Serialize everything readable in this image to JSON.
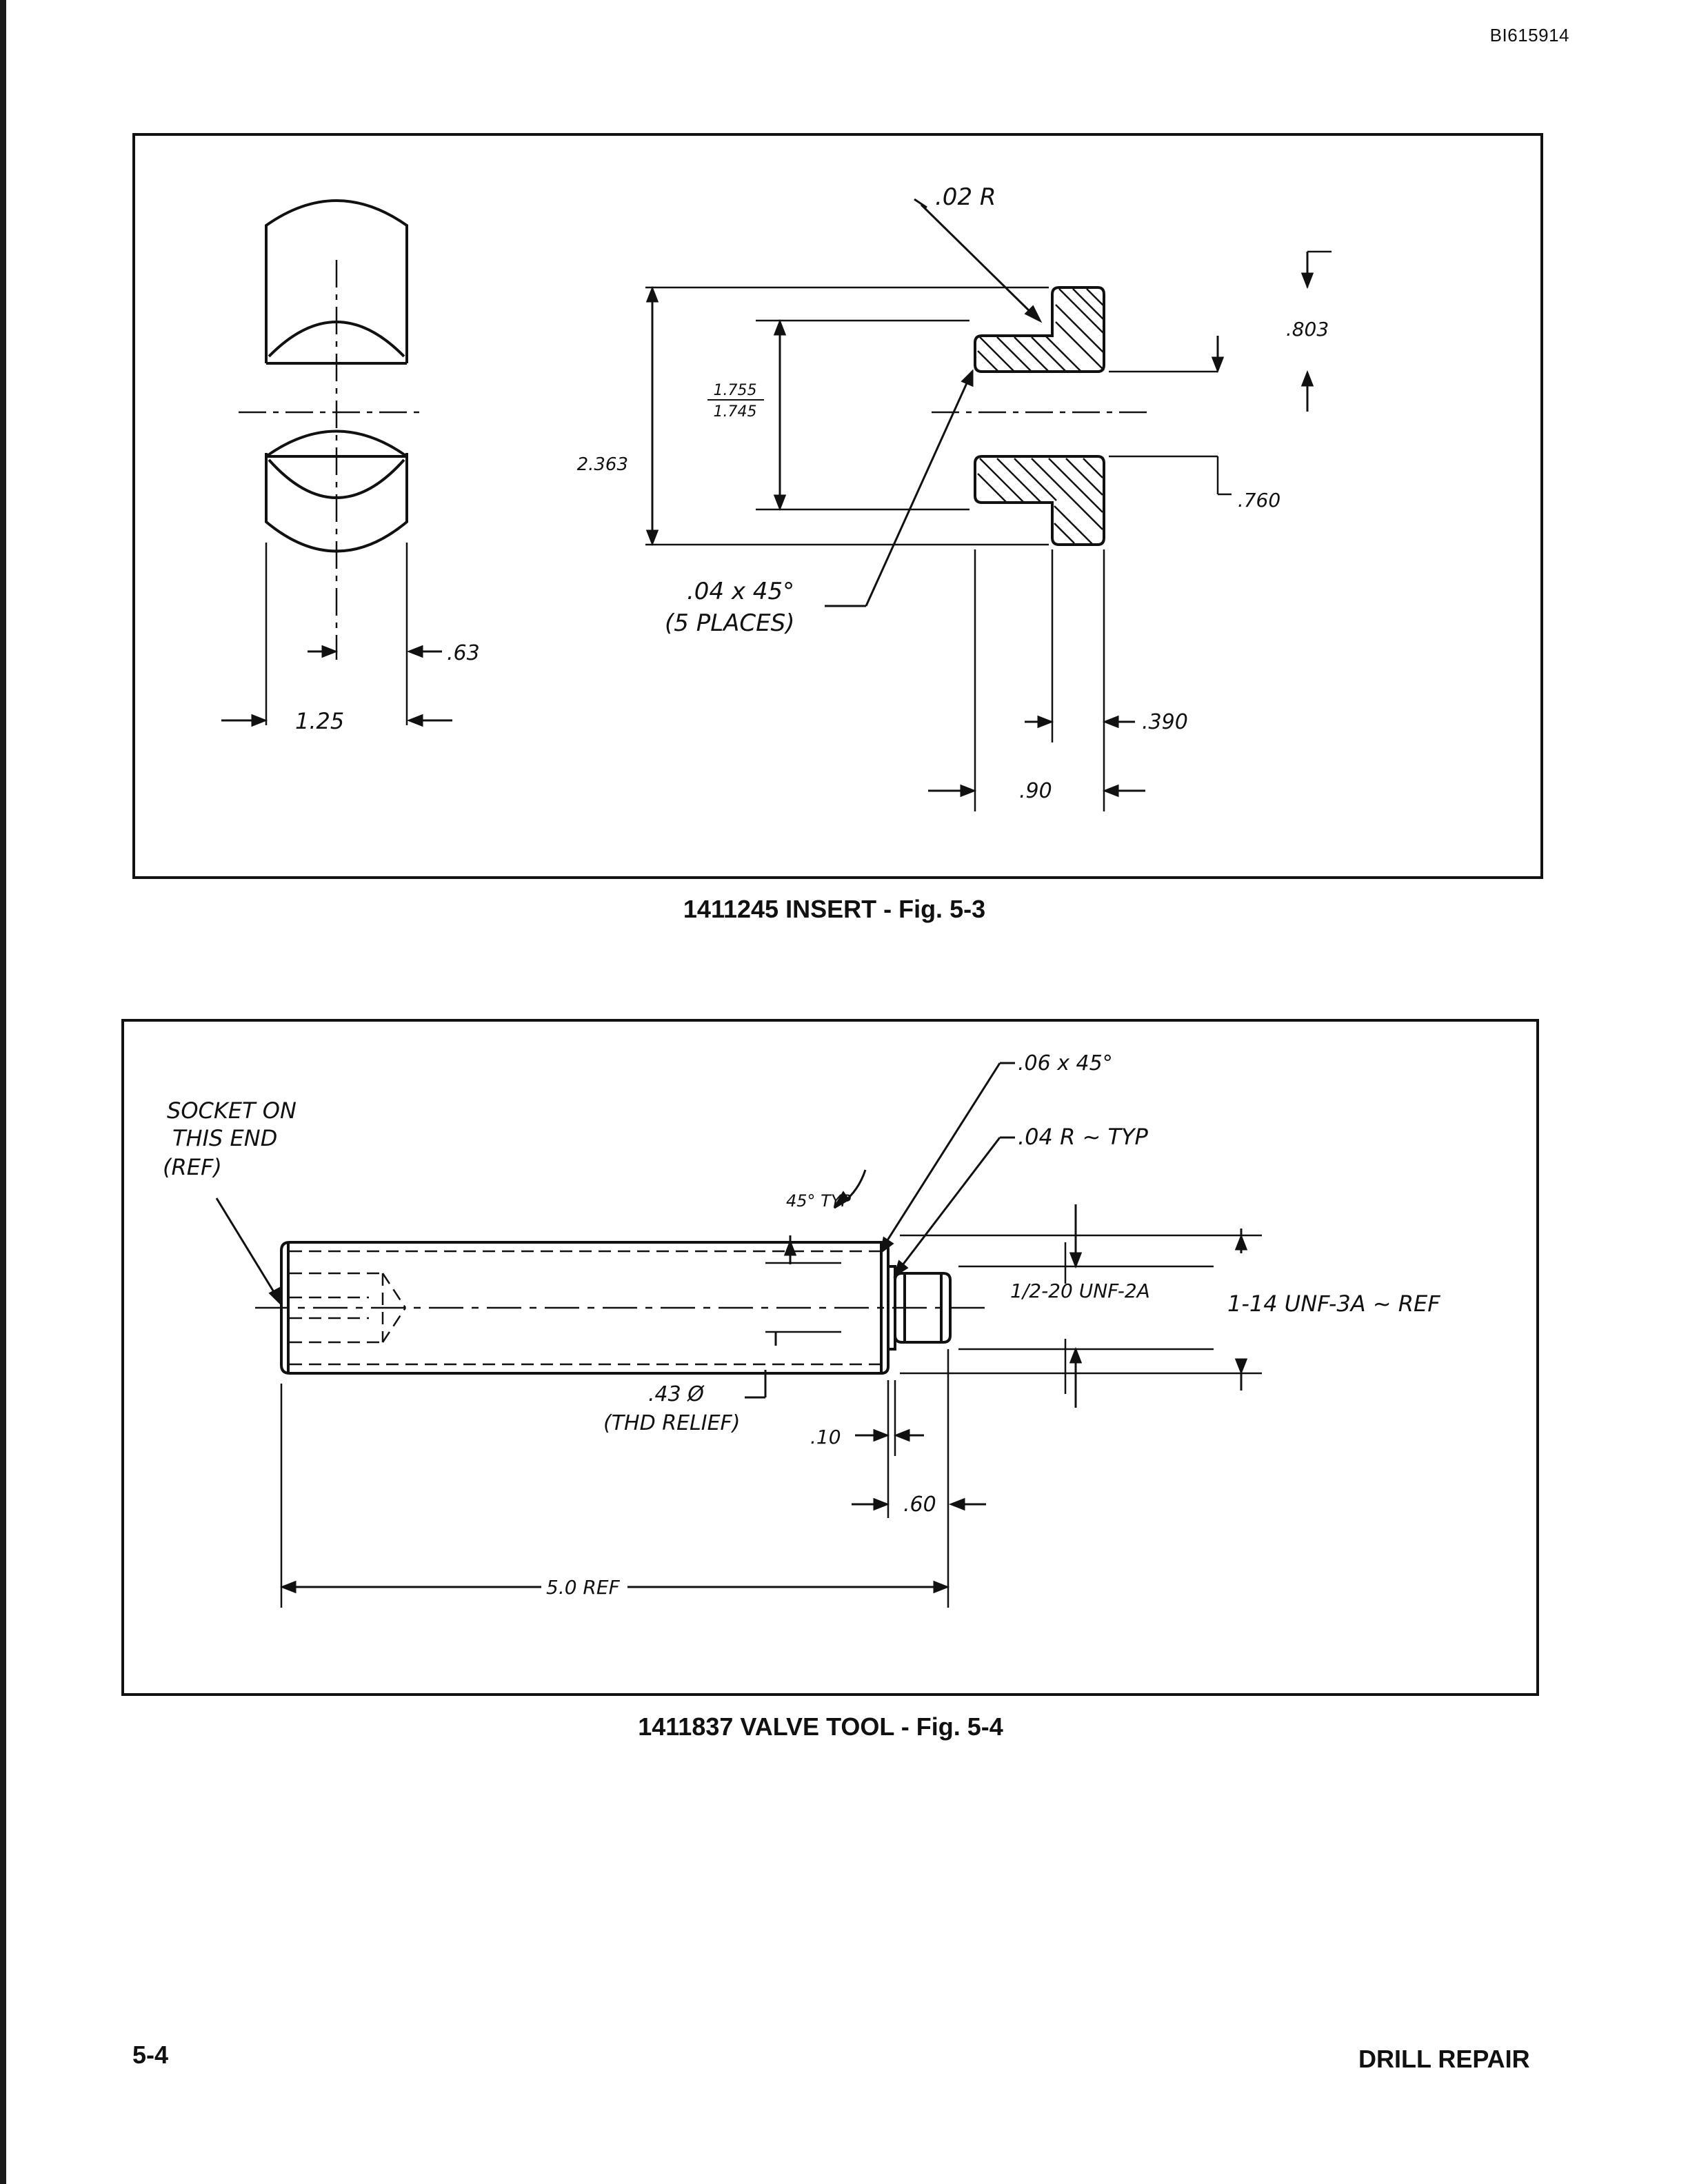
{
  "doc_id": "BI615914",
  "figure1": {
    "caption": "1411245 INSERT - Fig. 5-3",
    "dims": {
      "radius": ".02 R",
      "height_overall": "2.363",
      "bore_top": "1.755",
      "bore_bottom": "1.745",
      "flange_top": ".803",
      "flange_bottom": ".760",
      "chamfer": ".04 x 45°",
      "chamfer_note": "(5 PLACES)",
      "width_left": "1.25",
      "width_inner": ".63",
      "thickness_inner": ".390",
      "thickness_overall": ".90"
    }
  },
  "figure2": {
    "caption": "1411837 VALVE TOOL - Fig. 5-4",
    "dims": {
      "socket_note_1": "SOCKET ON",
      "socket_note_2": "THIS END",
      "socket_note_3": "(REF)",
      "chamfer": ".06 x 45°",
      "radius": ".04 R ~ TYP",
      "angle": "45° TYP",
      "thread_small": "1/2-20 UNF-2A",
      "thread_large": "1-14 UNF-3A ~ REF",
      "relief_dia": ".43 Ø",
      "relief_note": "(THD RELIEF)",
      "gap": ".10",
      "tip_length": ".60",
      "overall_length": "5.0 REF"
    }
  },
  "footer": {
    "page_number": "5-4",
    "section": "DRILL REPAIR"
  }
}
